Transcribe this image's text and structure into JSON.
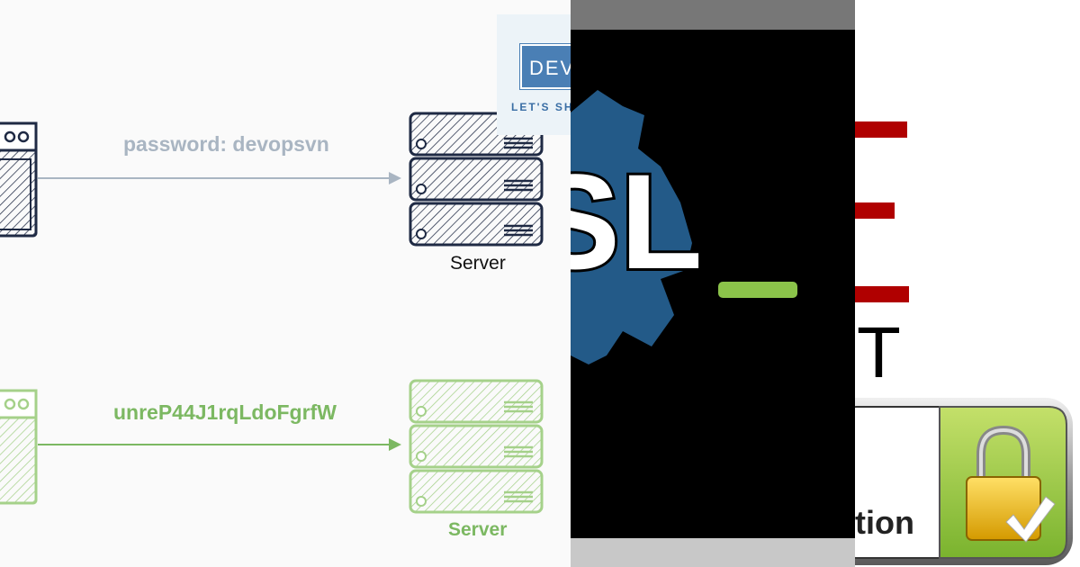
{
  "panel1": {
    "top_arrow_label": "password: devopsvn",
    "top_server_label": "Server",
    "bottom_arrow_label": "unreP44J1rqLdoFgrfW",
    "bottom_server_label": "Server",
    "logo_text": "DEV",
    "logo_tagline": "LET'S SHA",
    "colors": {
      "plain": "#a9b5c2",
      "encrypted": "#7cb862",
      "dark": "#1f2a44"
    }
  },
  "panel2": {
    "logo_letters": "SL",
    "colors": {
      "gear": "#235a88",
      "cursor": "#8bc34a"
    }
  },
  "panel3": {
    "big_letter": "T",
    "button_text": "tion",
    "icon": "padlock-check-icon",
    "colors": {
      "bars": "#b00000",
      "green": "#8dc63f",
      "lock": "#f0b400"
    }
  }
}
